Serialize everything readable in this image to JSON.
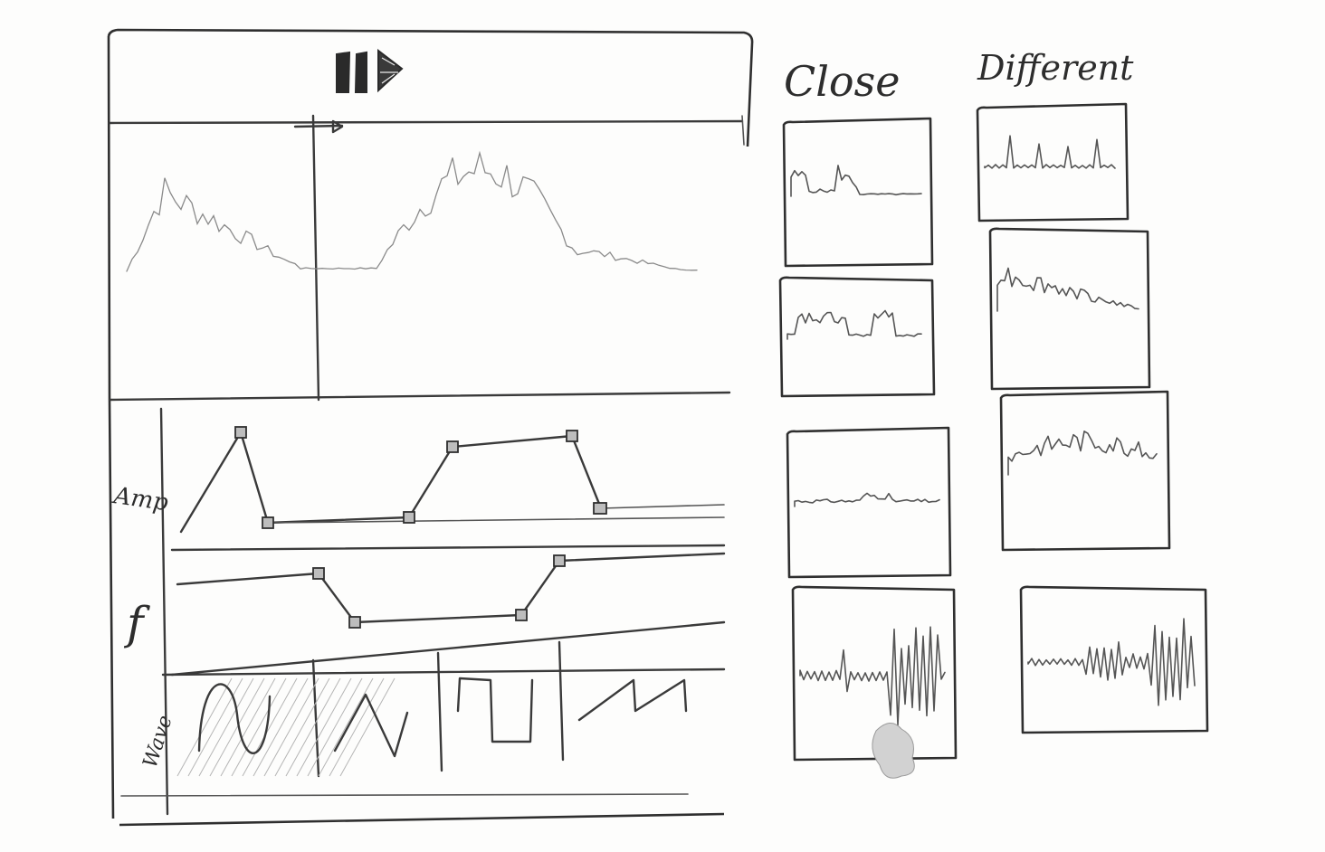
{
  "editor": {
    "transport_icon": "pause-play-icon",
    "track_labels": {
      "amp": "Amp",
      "freq": "f",
      "wave": "Wave"
    },
    "waveform_options": [
      {
        "name": "sine",
        "icon": "sine-wave-icon",
        "selected": true
      },
      {
        "name": "triangle",
        "icon": "triangle-wave-icon",
        "selected": false
      },
      {
        "name": "square",
        "icon": "square-wave-icon",
        "selected": false
      },
      {
        "name": "sawtooth",
        "icon": "sawtooth-wave-icon",
        "selected": false
      }
    ]
  },
  "results": {
    "close_heading": "Close",
    "different_heading": "Different",
    "thumbnail_count_per_column": 4
  },
  "colors": {
    "pencil": "#3a3a3a",
    "paper": "#fdfdfc",
    "shade": "#bdbdbd"
  }
}
